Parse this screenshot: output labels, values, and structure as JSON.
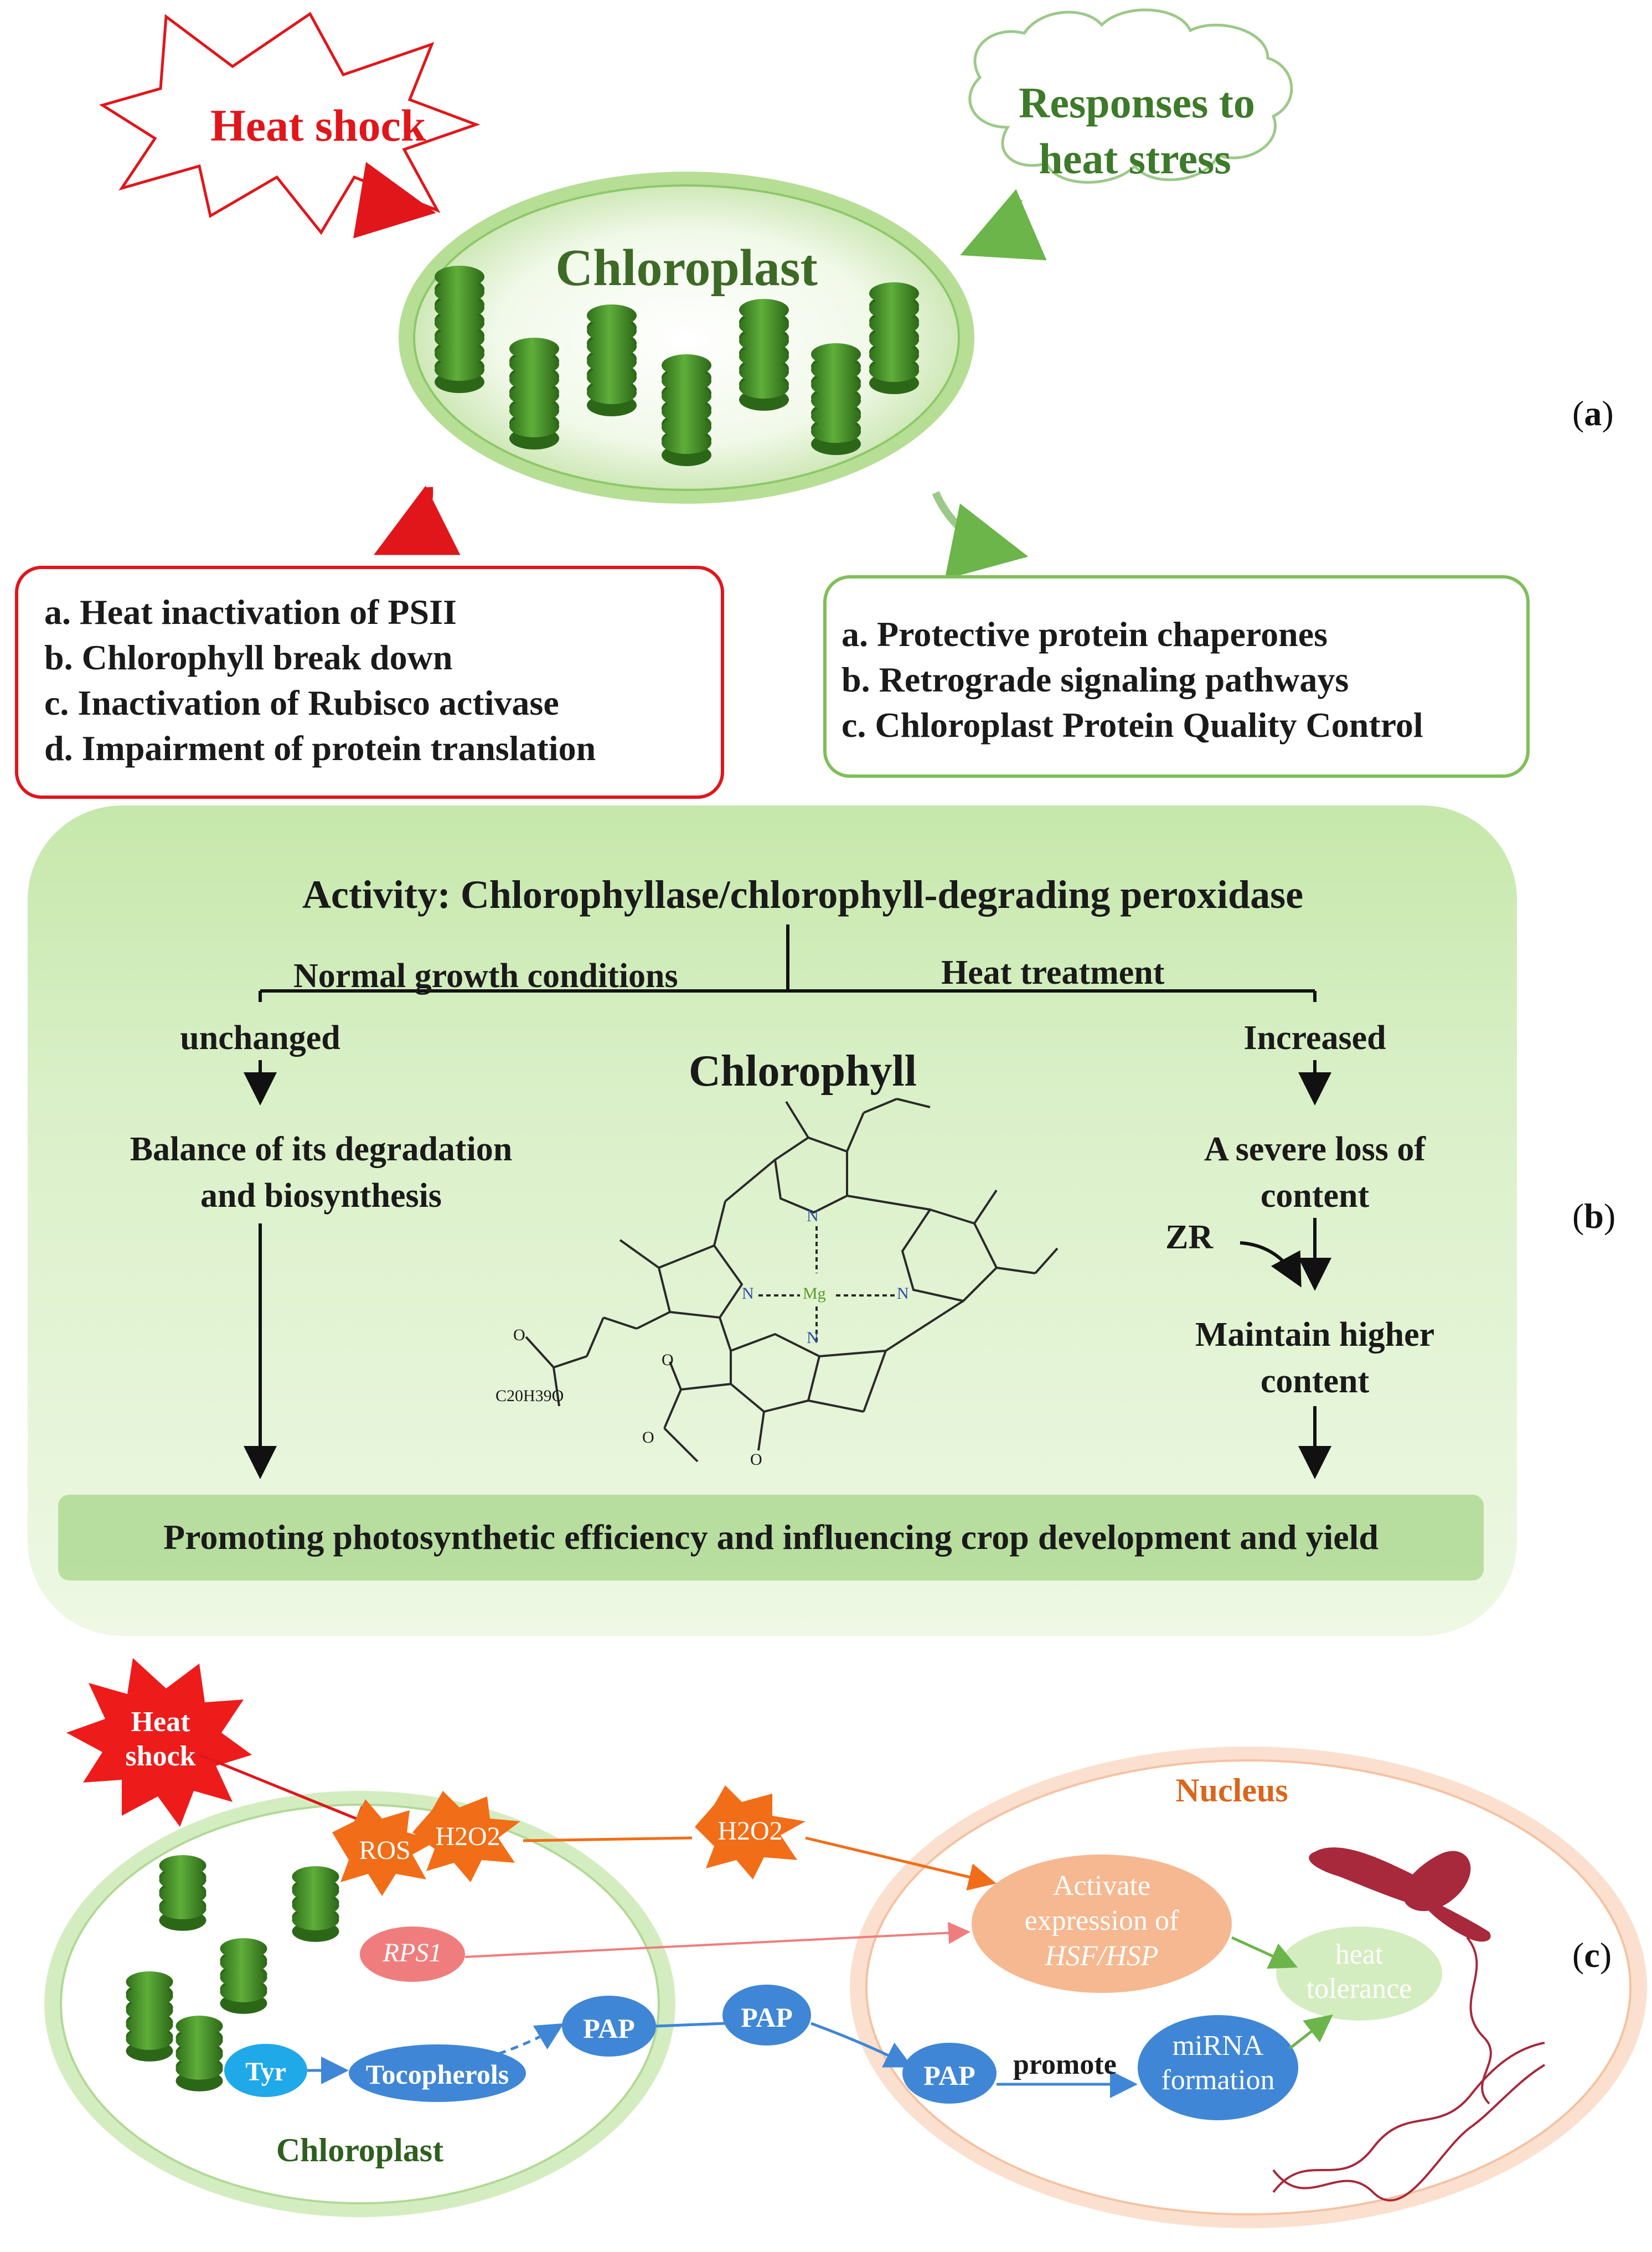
{
  "panel_labels": {
    "a": "a",
    "b": "b",
    "c": "c"
  },
  "panel_a": {
    "heat_shock": "Heat shock",
    "responses": [
      "Responses to",
      "heat stress"
    ],
    "chloroplast_title": "Chloroplast",
    "damage_items": [
      "a. Heat inactivation of PSII",
      "b. Chlorophyll break down",
      "c. Inactivation of Rubisco activase",
      "d. Impairment of protein translation"
    ],
    "response_items": [
      "a. Protective protein chaperones",
      "b. Retrograde signaling pathways",
      "c. Chloroplast Protein Quality Control"
    ]
  },
  "panel_b": {
    "activity_title": "Activity: Chlorophyllase/chlorophyll-degrading peroxidase",
    "normal_label": "Normal growth conditions",
    "heat_label": "Heat treatment",
    "unchanged": "unchanged",
    "increased": "Increased",
    "balance": [
      "Balance of its degradation",
      "and biosynthesis"
    ],
    "severe_loss": [
      "A severe loss of",
      "content"
    ],
    "zr": "ZR",
    "maintain": [
      "Maintain higher",
      "content"
    ],
    "chlorophyll_title": "Chlorophyll",
    "atoms": {
      "n": "N",
      "mg": "Mg",
      "o": "O",
      "side_chain": "C20H39O"
    },
    "bottom_banner": "Promoting photosynthetic efficiency and influencing crop development and yield"
  },
  "panel_c": {
    "heat_shock": [
      "Heat",
      "shock"
    ],
    "ros": "ROS",
    "h2o2_left": "H2O2",
    "h2o2_right": "H2O2",
    "rps1": "RPS1",
    "tyr": "Tyr",
    "tocopherols": "Tocopherols",
    "pap": "PAP",
    "promote": "promote",
    "chloroplast_label": "Chloroplast",
    "nucleus_label": "Nucleus",
    "activate": [
      "Activate",
      "expression of",
      "HSF/HSP"
    ],
    "heat_tolerance": [
      "heat",
      "tolerance"
    ],
    "mirna": [
      "miRNA",
      "formation"
    ]
  },
  "colors": {
    "red": "#e0161b",
    "green_text": "#3d7a2a",
    "light_green": "#d9efc6",
    "thylakoid": "#3f8f25",
    "orange": "#f26d17",
    "salmon": "#f6b890",
    "blue": "#3f86d6",
    "pink": "#f07d7d"
  }
}
